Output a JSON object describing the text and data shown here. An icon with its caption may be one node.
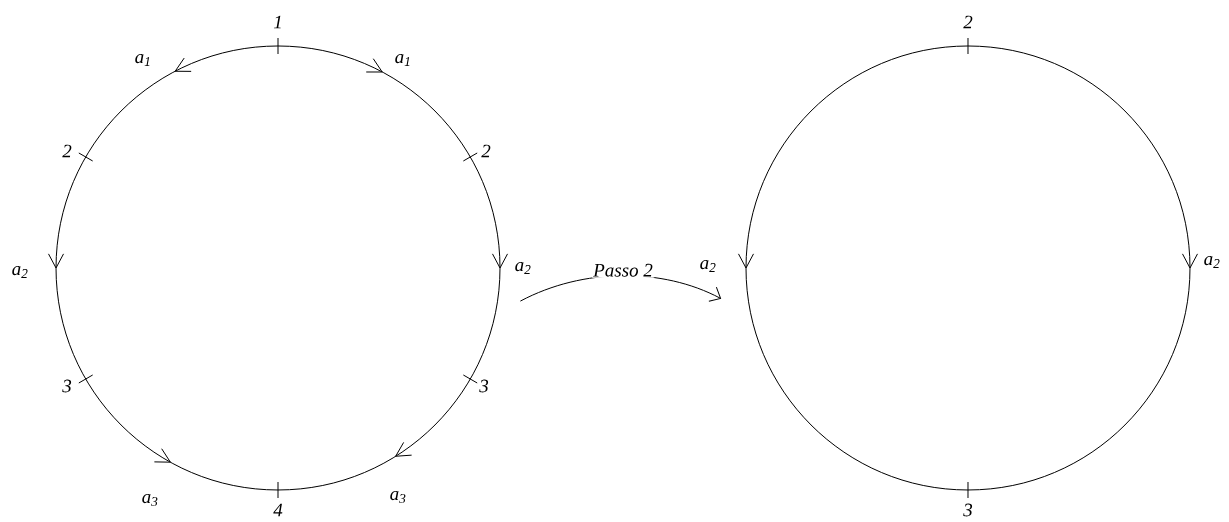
{
  "diagram": {
    "nodes": [
      {
        "text": [],
        "shape": "circle"
      },
      {
        "text": [],
        "shape": "circle"
      }
    ],
    "edges": [
      {
        "from": 0,
        "to": 1,
        "arrow": "to",
        "label": "Passo 2"
      }
    ],
    "labels": [
      "1",
      "a$_{1}$",
      "a$_{1}$",
      "2",
      "2",
      "a$_{2}$",
      "a$_{2}$",
      "3",
      "3",
      "a$_{3}$",
      "a$_{3}$",
      "4",
      "2",
      "a$_{2}$",
      "a$_{2}$",
      "3"
    ]
  }
}
